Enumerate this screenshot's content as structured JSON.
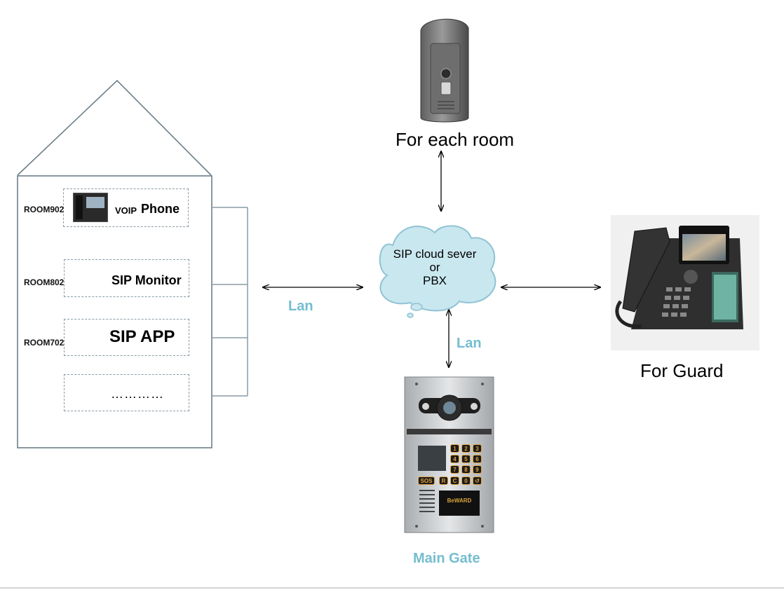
{
  "rooms": [
    {
      "label": "ROOM902",
      "prefix": "VOIP",
      "title": "Phone"
    },
    {
      "label": "ROOM802",
      "title": "SIP Monitor"
    },
    {
      "label": "ROOM702",
      "title": "SIP APP"
    },
    {
      "label": "",
      "title": "…………"
    }
  ],
  "cloud": {
    "line1": "SIP cloud sever",
    "line2": "or",
    "line3": "PBX"
  },
  "captions": {
    "door_station": "For each room",
    "guard_phone": "For Guard",
    "main_gate": "Main Gate"
  },
  "links": {
    "left": "Lan",
    "bottom": "Lan"
  },
  "keypad": {
    "keys": [
      "1",
      "2",
      "3",
      "4",
      "5",
      "6",
      "7",
      "8",
      "9",
      "SOS",
      "R",
      "C",
      "0",
      "↺"
    ],
    "brand": "BeWARD"
  },
  "colors": {
    "lan_text": "#74bdcf",
    "cloud_fill": "#c9e7ef",
    "cloud_stroke": "#8fc3d3",
    "box_border": "#8a9ba5",
    "house_stroke": "#6d7e88"
  }
}
